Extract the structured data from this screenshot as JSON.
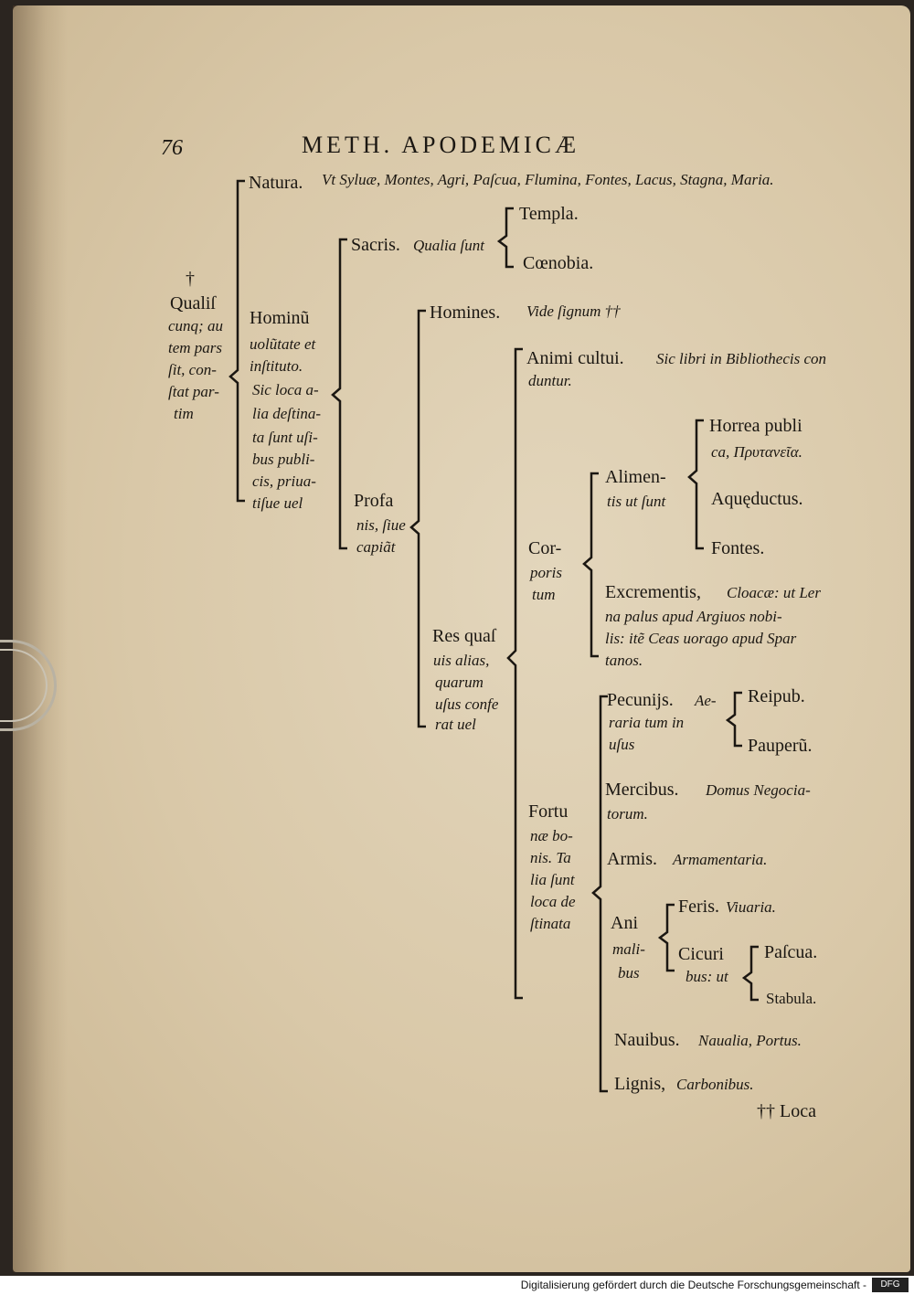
{
  "header": {
    "page_number": "76",
    "running_title": "METH. APODEMICÆ"
  },
  "tree": {
    "root": [
      "†",
      "Qualiſ",
      "cunq; au",
      "tem pars",
      "ſit, con-",
      "ſtat par-",
      "tim"
    ],
    "natura": {
      "label": "Natura.",
      "text": "Vt Syluæ, Montes, Agri, Paſcua, Flumina, Fontes, Lacus, Stagna, Maria."
    },
    "hominum": {
      "label": "Hominũ",
      "lines": [
        "uolũtate et",
        "inſtituto.",
        "Sic loca a-",
        "lia deſtina-",
        "ta ſunt uſi-",
        "bus publi-",
        "cis, priua-",
        "tiſue uel"
      ]
    },
    "sacris": {
      "label": "Sacris.",
      "text": "Qualia ſunt",
      "items": [
        "Templa.",
        "Cœnobia."
      ]
    },
    "profanis": {
      "label": "Profa",
      "lines": [
        "nis, ſiue",
        "capiãt"
      ]
    },
    "homines": {
      "label": "Homines.",
      "text": "Vide ſignum ††"
    },
    "res": {
      "label": "Res quaſ",
      "lines": [
        "uis alias,",
        "quarum",
        "uſus confe",
        "rat uel"
      ]
    },
    "animi": {
      "label": "Animi cultui.",
      "text": "Sic libri in Bibliothecis con",
      "text2": "duntur."
    },
    "corporis": {
      "label": "Cor-",
      "lines": [
        "poris",
        "tum"
      ]
    },
    "alimentis": {
      "label": "Alimen-",
      "text": "tis ut ſunt",
      "items": [
        "Horrea publi",
        "ca, Πρυτανεῖα.",
        "Aquęductus.",
        "Fontes."
      ]
    },
    "excrementis": {
      "label": "Excrementis,",
      "text": "Cloacæ: ut Ler",
      "lines": [
        "na palus apud Argiuos nobi-",
        "lis: itẽ Ceas uorago apud Spar",
        "tanos."
      ]
    },
    "fortunae": {
      "label": "Fortu",
      "lines": [
        "næ bo-",
        "nis. Ta",
        "lia ſunt",
        "loca de",
        "ſtinata"
      ]
    },
    "pecuniis": {
      "label": "Pecunijs.",
      "text": "Ae-",
      "lines": [
        "raria tum in",
        "uſus"
      ],
      "items": [
        "Reipub.",
        "Pauperũ."
      ]
    },
    "mercibus": {
      "label": "Mercibus.",
      "text": "Domus Negocia-",
      "text2": "torum."
    },
    "armis": {
      "label": "Armis.",
      "text": "Armamentaria."
    },
    "animalibus": {
      "label": "Ani",
      "lines": [
        "mali-",
        "bus"
      ]
    },
    "feris": {
      "label": "Feris.",
      "text": "Viuaria."
    },
    "cicuribus": {
      "label": "Cicuri",
      "text": "bus: ut",
      "items": [
        "Paſcua.",
        "Stabula."
      ]
    },
    "nauibus": {
      "label": "Nauibus.",
      "text": "Naualia, Portus."
    },
    "lignis": {
      "label": "Lignis,",
      "text": "Carbonibus."
    },
    "catchword": "†† Loca"
  },
  "footer": {
    "credit": "Digitalisierung gefördert durch die Deutsche Forschungsgemeinschaft -",
    "logo": "DFG"
  }
}
